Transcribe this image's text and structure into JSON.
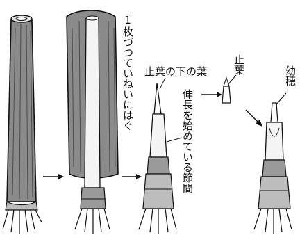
{
  "labels": {
    "peel_instruction": "1枚づつていねいにはぐ",
    "leaf_below_flag": "止葉の下の葉",
    "elongating_internode": "伸長を始めている節間",
    "flag_leaf": "止葉",
    "young_panicle": "幼穂"
  },
  "colors": {
    "ink": "#111111",
    "paper": "#ffffff",
    "sheath_shade": "#8a8a8a",
    "sheath_dark": "#5a5a5a",
    "stem_light": "#f4f4f4",
    "node_band": "#9a9a9a"
  },
  "icons": {
    "arrow": "right-arrow-icon"
  }
}
